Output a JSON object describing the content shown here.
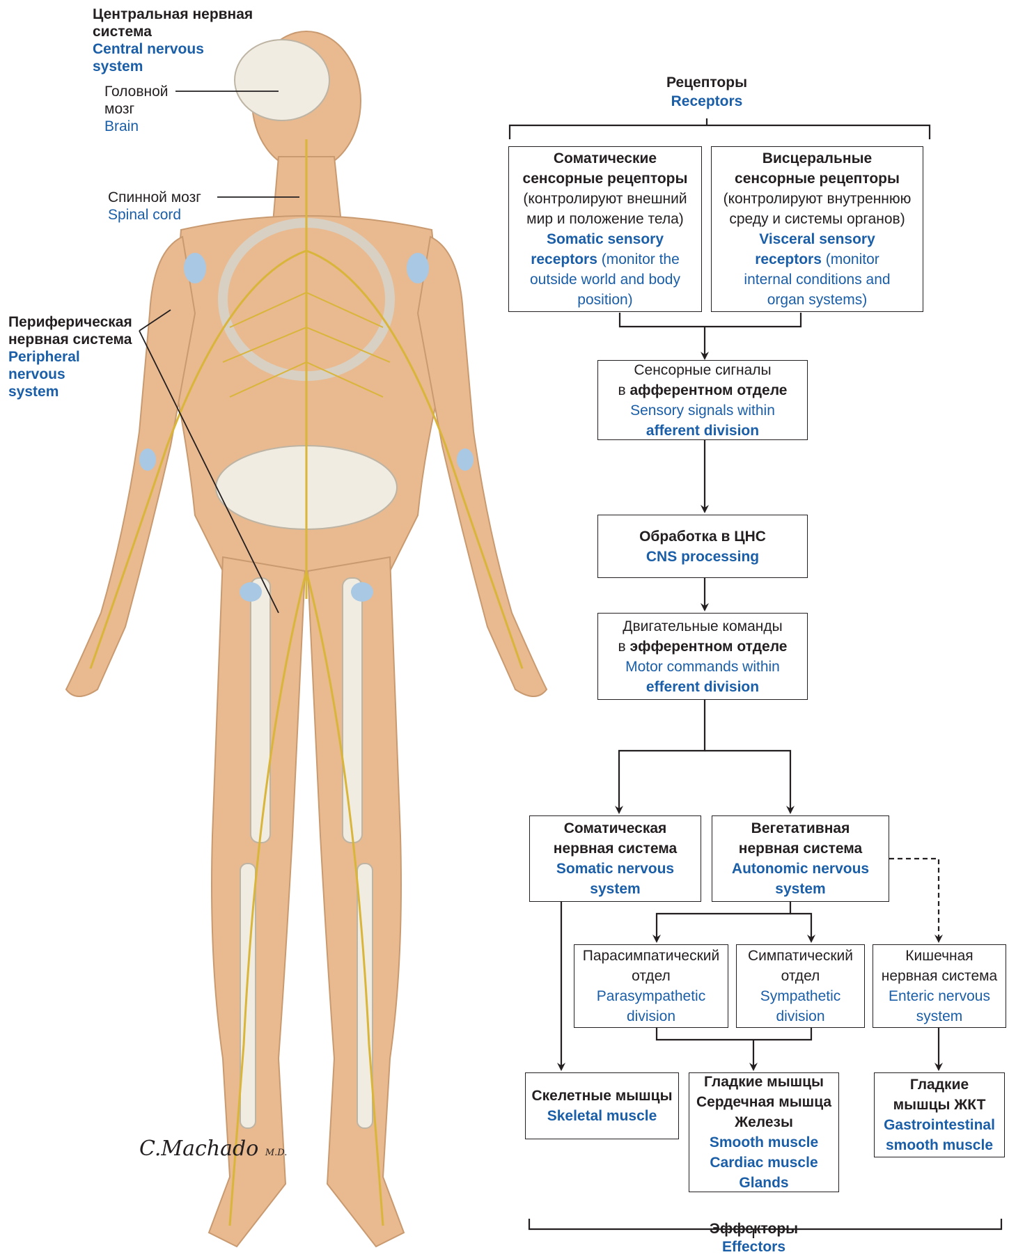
{
  "illustration": {
    "cns_label_ru_line1": "Центральная нервная",
    "cns_label_ru_line2": "система",
    "cns_label_en_line1": "Central nervous",
    "cns_label_en_line2": "system",
    "brain_ru_line1": "Головной",
    "brain_ru_line2": "мозг",
    "brain_en": "Brain",
    "spinal_ru": "Спинной мозг",
    "spinal_en": "Spinal cord",
    "pns_ru_line1": "Периферическая",
    "pns_ru_line2": "нервная система",
    "pns_en_line1": "Peripheral",
    "pns_en_line2": "nervous",
    "pns_en_line3": "system",
    "signature": "C.Machado",
    "signature_suffix": "M.D.",
    "colors": {
      "skin": "#e9b98f",
      "bone": "#f1ece2",
      "nerve": "#d9b53a",
      "cartilage": "#a9c8e4"
    }
  },
  "flowchart": {
    "receptors": {
      "ru": "Рецепторы",
      "en": "Receptors"
    },
    "somatic_receptors": {
      "ru_line1": "Соматические",
      "ru_line2": "сенсорные рецепторы",
      "ru_line3": "(контролируют внешний",
      "ru_line4": "мир и положение тела)",
      "en_line1": "Somatic sensory",
      "en_line2_bold": "receptors",
      "en_line2_rest": " (monitor the",
      "en_line3": "outside world and body",
      "en_line4": "position)"
    },
    "visceral_receptors": {
      "ru_line1": "Висцеральные",
      "ru_line2": "сенсорные рецепторы",
      "ru_line3": "(контролируют внутреннюю",
      "ru_line4": "среду и системы органов)",
      "en_line1": "Visceral sensory",
      "en_line2_bold": "receptors",
      "en_line2_rest": " (monitor",
      "en_line3": "internal conditions and",
      "en_line4": "organ systems)"
    },
    "afferent": {
      "ru_line1": "Сенсорные сигналы",
      "ru_line2_pre": "в ",
      "ru_line2_bold": "афферентном отделе",
      "en_line1": "Sensory signals within",
      "en_line2": "afferent division"
    },
    "cns": {
      "ru": "Обработка в ЦНС",
      "en": "CNS processing"
    },
    "efferent": {
      "ru_line1": "Двигательные команды",
      "ru_line2_pre": "в ",
      "ru_line2_bold": "эфферентном отделе",
      "en_line1": "Motor commands within",
      "en_line2": "efferent division"
    },
    "somatic_ns": {
      "ru_line1": "Соматическая",
      "ru_line2": "нервная система",
      "en_line1": "Somatic nervous",
      "en_line2": "system"
    },
    "autonomic_ns": {
      "ru_line1": "Вегетативная",
      "ru_line2": "нервная система",
      "en_line1": "Autonomic nervous",
      "en_line2": "system"
    },
    "parasympathetic": {
      "ru_line1": "Парасимпатический",
      "ru_line2": "отдел",
      "en_line1": "Parasympathetic",
      "en_line2": "division"
    },
    "sympathetic": {
      "ru_line1": "Симпатический",
      "ru_line2": "отдел",
      "en_line1": "Sympathetic",
      "en_line2": "division"
    },
    "enteric": {
      "ru_line1": "Кишечная",
      "ru_line2": "нервная система",
      "en_line1": "Enteric nervous",
      "en_line2": "system"
    },
    "skeletal": {
      "ru": "Скелетные мышцы",
      "en": "Skeletal muscle"
    },
    "smooth": {
      "ru_line1": "Гладкие мышцы",
      "ru_line2": "Сердечная мышца",
      "ru_line3": "Железы",
      "en_line1": "Smooth muscle",
      "en_line2": "Cardiac muscle",
      "en_line3": "Glands"
    },
    "gi": {
      "ru_line1": "Гладкие",
      "ru_line2": "мышцы ЖКТ",
      "en_line1": "Gastrointestinal",
      "en_line2": "smooth muscle"
    },
    "effectors": {
      "ru": "Эффекторы",
      "en": "Effectors"
    },
    "colors": {
      "english_text": "#1a5ea8",
      "text": "#231f20",
      "lines": "#231f20"
    }
  }
}
